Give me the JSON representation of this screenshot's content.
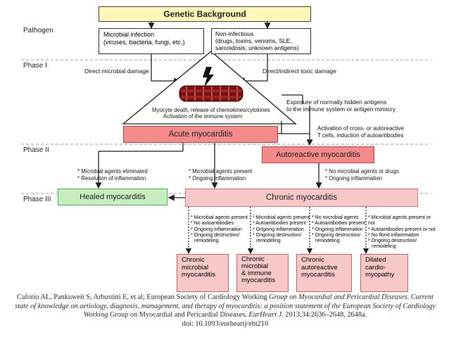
{
  "slide": {
    "colors": {
      "genetic_fill": "#fff6b8",
      "acute_fill": "#f58a8a",
      "chronic_fill": "#f8c8c8",
      "healed_fill": "#c6edbf",
      "outcome_fill": "#f8c8c8"
    }
  },
  "diagram": {
    "genetic_background": "Genetic Background",
    "phases": {
      "pathogen": "Pathogen",
      "phase1": "Phase I",
      "phase2": "Phase II",
      "phase3": "Phase III"
    },
    "microbial": {
      "line1": "Microbial infection",
      "line2": "(viruses, bacteria, fungi, etc.)"
    },
    "noninfectious": {
      "line1": "Non-infectious",
      "line2": "(drugs, toxins, venoms, SLE,",
      "line3": "sarcoidosis, unknown antigens)"
    },
    "direct_microbial_damage": "Direct microbial damage",
    "direct_toxic_damage": "Direct/indirect toxic damage",
    "myocyte_death": {
      "line1": "Myocyte death, release of chemokines/cytokines",
      "line2": "Activation of the immune system"
    },
    "exposure_antigens": {
      "line1": "Exposure of normally hidden antigens",
      "line2": "to the immune system or antigen mimicry"
    },
    "acute": "Acute myocarditis",
    "activation_tcells": {
      "line1": "Activation of cross- or autoreactive",
      "line2": "T cells, induction of autoantibodies"
    },
    "autoreactive": "Autoreactive myocarditis",
    "eliminated": {
      "line1": "* Microbial agents eliminated",
      "line2": "* Resolution of inflammation"
    },
    "present": {
      "line1": "* Microbial agents present",
      "line2": "* Ongoing inflammation"
    },
    "no_agents": {
      "line1": "* No microbial agents or drugs",
      "line2": "* Ongoing inflammation"
    },
    "healed": "Healed myocarditis",
    "chronic": "Chronic myocarditis",
    "criteria": [
      {
        "l1": "* Microbial agents present",
        "l2": "* No autoantibodies",
        "l3": "* Ongoing inflammation",
        "l4": "* Ongoing destruction/",
        "l5": "  remodeling"
      },
      {
        "l1": "* Microbial agents present",
        "l2": "* Autoantibodies present",
        "l3": "* Ongoing inflammation",
        "l4": "* Ongoing destruction/",
        "l5": "  remodeling"
      },
      {
        "l1": "* No microbial agents",
        "l2": "* Autoantibodies present",
        "l3": "* Ongoing inflammation",
        "l4": "* Ongoing destruction/",
        "l5": "  remodeling"
      },
      {
        "l1": "* Microbial agents present or not",
        "l2": "* Autoantibodies present or not",
        "l3": "* No florid inflammation",
        "l4": "* Ongoing destruction/",
        "l5": "  remodeling"
      }
    ],
    "outcomes": [
      {
        "l1": "Chronic",
        "l2": "microbial",
        "l3": "myocarditis",
        "l4": ""
      },
      {
        "l1": "Chronic",
        "l2": "microbial",
        "l3": "& immune",
        "l4": "myocarditis"
      },
      {
        "l1": "Chronic",
        "l2": "autoreactive",
        "l3": "myocarditis",
        "l4": ""
      },
      {
        "l1": "Dilated",
        "l2": "cardio-",
        "l3": "myopathy",
        "l4": ""
      }
    ]
  },
  "citation": {
    "authors": "Caforio AL, Pankuweit S, Arbustini E, et al; European Society of Cardiology Working ",
    "italic1": "Group on Myocardial and Pericardial Diseases. Current state of knowledge on aetiology, diagnosis, management, and therapy of myocarditis: a position statement of the European Society of Cardiology Working",
    "plain2": " Group on Myocardial and Pericardial Diseases. ",
    "journal": "EurHeart J.",
    "rest": " 2013;34:2636–2648, 2648a.",
    "doi": "doi: 10.1093/eurheartj/eht210"
  }
}
